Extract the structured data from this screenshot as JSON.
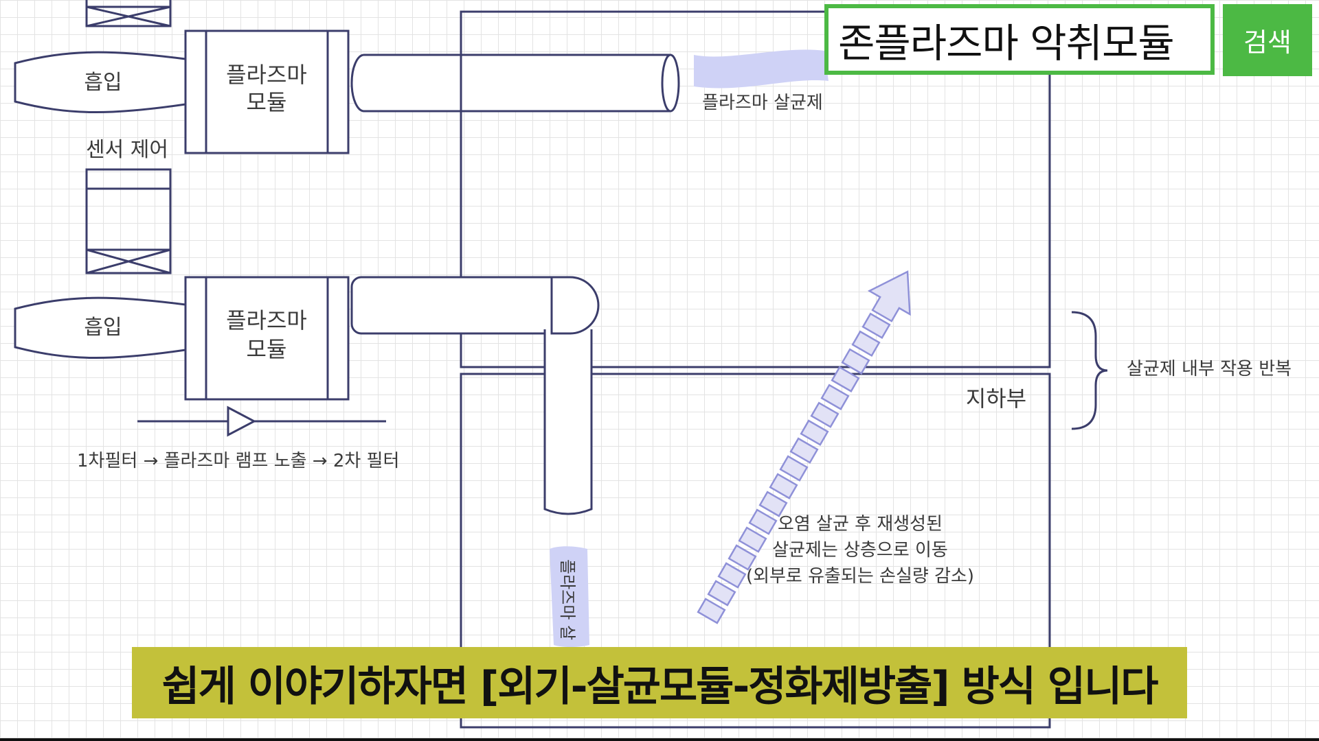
{
  "search": {
    "query": "존플라즈마 악취모듈",
    "button_label": "검색"
  },
  "diagram": {
    "inlet_top_label": "흡입",
    "inlet_bottom_label": "흡입",
    "module_top_label_line1": "플라즈마",
    "module_top_label_line2": "모듈",
    "module_bottom_label_line1": "플라즈마",
    "module_bottom_label_line2": "모듈",
    "sensor_label": "센서 제어",
    "filter_flow_label": "1차필터 → 플라즈마 램프 노출 → 2차 필터",
    "disinfectant_label": "플라즈마 살균제",
    "vertical_disinfectant_label": "플라즈마 살",
    "underground_label": "지하부",
    "cycle_label": "살균제 내부 작용 반복",
    "regen_note_line1": "오염 살균 후 재생성된",
    "regen_note_line2": "살균제는 상층으로 이동",
    "regen_note_line3": "(외부로 유출되는 손실량 감소)"
  },
  "subtitle": {
    "text": "쉽게 이야기하자면 [외기-살균모듈-정화제방출] 방식 입니다"
  },
  "colors": {
    "accent_green": "#4cb944",
    "subtitle_bg": "#c3c13a",
    "line_navy": "#3b3d6b",
    "arrow_fill": "#e2e2f6",
    "arrow_stroke": "#8f91d8",
    "wave_fill": "#cfd2f6"
  }
}
